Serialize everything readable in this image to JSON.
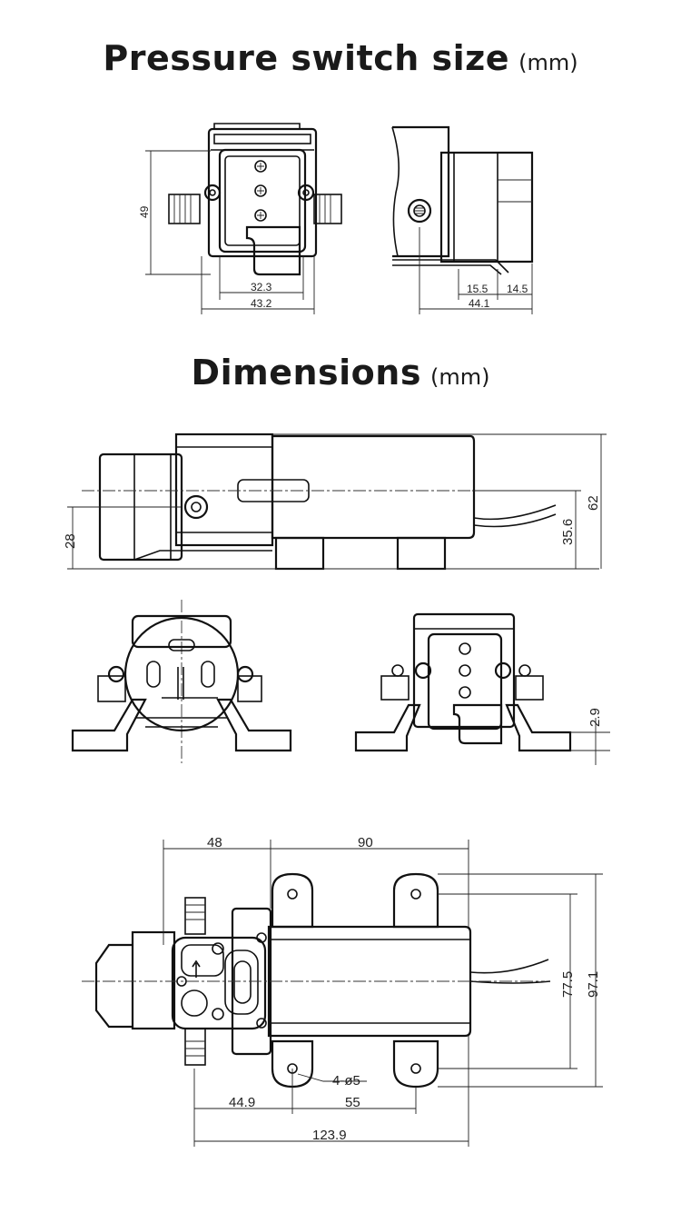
{
  "section1": {
    "title": "Pressure switch size",
    "unit": "(mm)"
  },
  "section2": {
    "title": "Dimensions",
    "unit": "(mm)"
  },
  "switch_dims": {
    "height": "49",
    "inner_width": "32.3",
    "outer_width": "43.2",
    "depth_a": "15.5",
    "depth_b": "14.5",
    "depth_total": "44.1"
  },
  "side_dims": {
    "axis_height": "28",
    "motor_axis": "35.6",
    "total_height": "62"
  },
  "front_dims": {
    "foot": "2.9"
  },
  "top_dims": {
    "head_len": "48",
    "motor_len": "90",
    "mount_span": "77.5",
    "foot_width": "97.1",
    "holes": "4-ø5",
    "axis_to_hole": "44.9",
    "hole_span": "55",
    "total_len": "123.9"
  }
}
